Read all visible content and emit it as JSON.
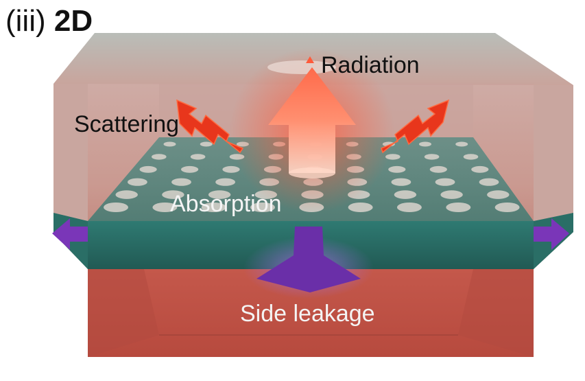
{
  "panel": {
    "index": "(iii)",
    "title": "2D"
  },
  "labels": {
    "radiation": "Radiation",
    "scattering": "Scattering",
    "absorption": "Absorption",
    "side_leakage": "Side leakage"
  },
  "colors": {
    "substrate": "#c0584a",
    "waveguide_layer": "#2f6f68",
    "top_cladding": "#a9b3ad",
    "radiation_arrow": "#ff7a5a",
    "scattering_arrow": "#e8361c",
    "leakage_arrow": "#6a2fa8",
    "holes": "#d9d4cc"
  },
  "icons": {
    "radiation": "up-arrow-icon",
    "scattering": "lightning-arrow-icon",
    "side_leakage": "down-arrow-icon",
    "lateral_leakage": "double-headed-arrow-icon"
  }
}
